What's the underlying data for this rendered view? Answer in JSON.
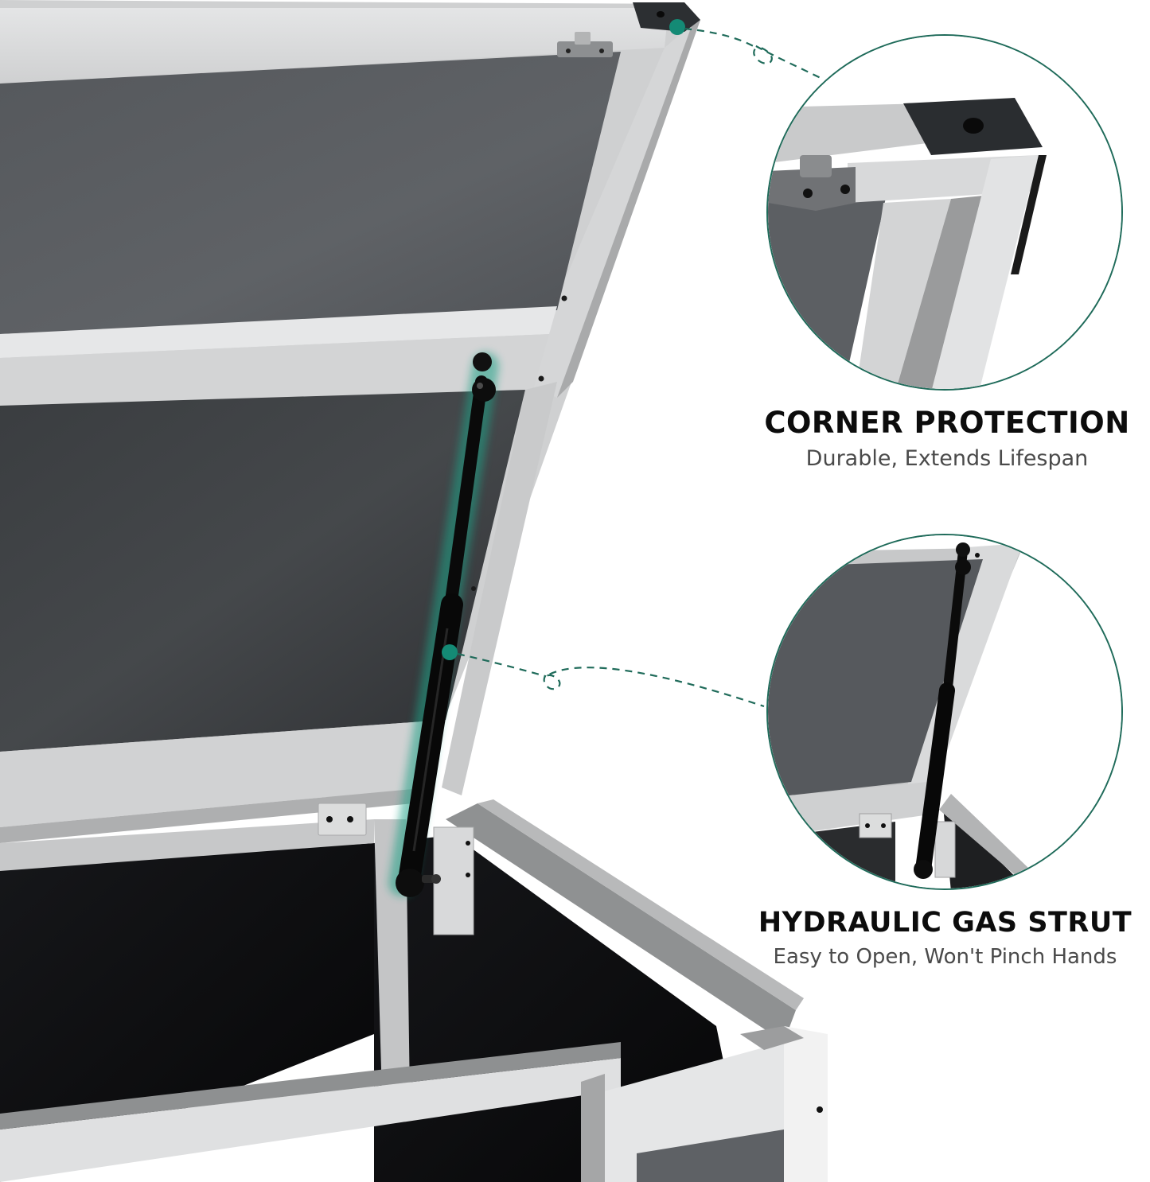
{
  "colors": {
    "accent": "#148a75",
    "accent_dark": "#1f6b5a",
    "frame_light": "#d9dadb",
    "frame_mid": "#b9babb",
    "panel_gray": "#5e6165",
    "interior_black": "#0e0f10",
    "corner_cap": "#2c2f32",
    "strut_black": "#0a0a0a"
  },
  "features": [
    {
      "id": "corner-protection",
      "title": "CORNER PROTECTION",
      "subtitle": "Durable, Extends Lifespan",
      "icon": "corner-cap-detail"
    },
    {
      "id": "hydraulic-gas-strut",
      "title": "HYDRAULIC GAS STRUT",
      "subtitle": "Easy to Open, Won't Pinch Hands",
      "icon": "gas-strut-detail"
    }
  ]
}
